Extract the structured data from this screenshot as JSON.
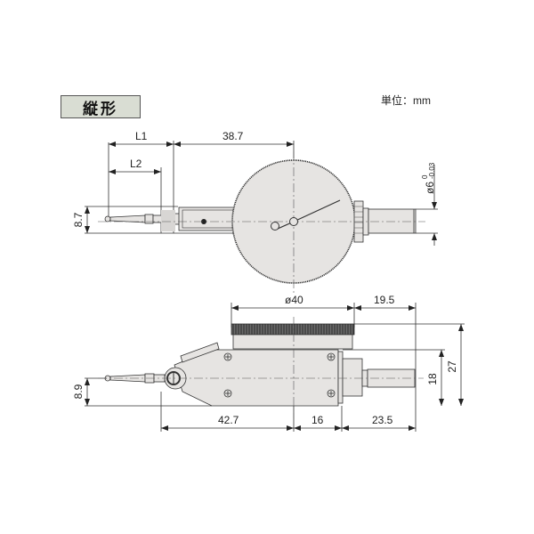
{
  "header": {
    "view_label": "縦形",
    "unit_label": "単位：mm"
  },
  "colors": {
    "label_bg": "#d9ddd3",
    "part_fill": "#e6e4e2",
    "line": "#333333"
  },
  "front_view": {
    "dims": {
      "l1": "L1",
      "l2": "L2",
      "dial_offset": "38.7",
      "stem_diameter": "ø6",
      "stem_tol_upper": "0",
      "stem_tol_lower": "-0.03",
      "contact_height": "8.7"
    }
  },
  "side_view": {
    "dims": {
      "bezel_diameter": "ø40",
      "stem_extension": "19.5",
      "total_height": "27",
      "body_height": "18",
      "contact_height": "8.9",
      "body_length": "42.7",
      "center_to_back": "16",
      "stem_length": "23.5"
    }
  }
}
